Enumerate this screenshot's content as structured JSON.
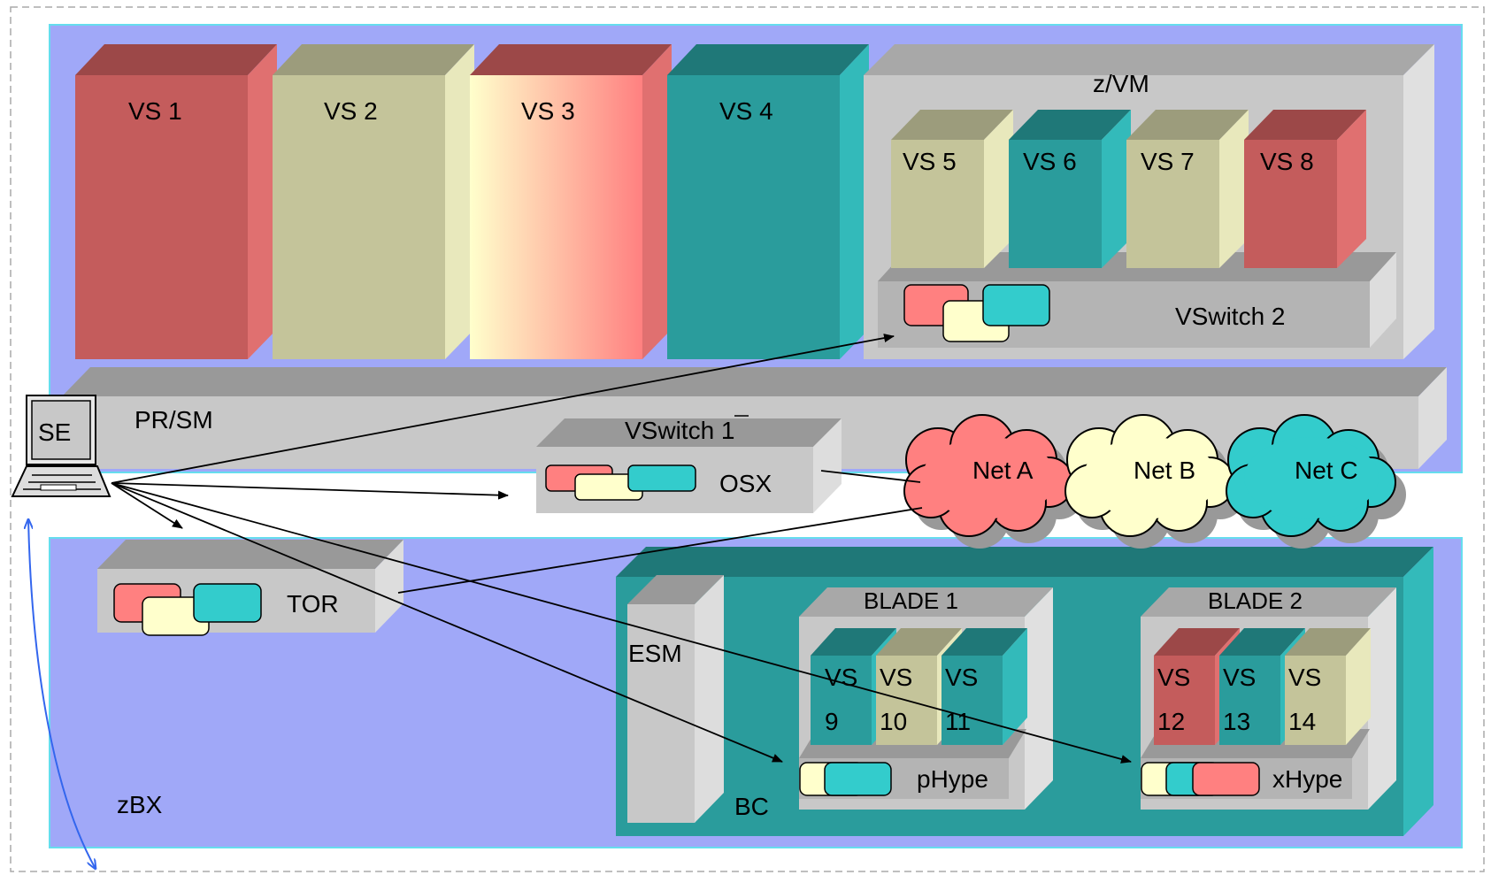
{
  "virtual_servers": {
    "vs1": "VS 1",
    "vs2": "VS 2",
    "vs3": "VS 3",
    "vs4": "VS 4",
    "vs5": "VS 5",
    "vs6": "VS 6",
    "vs7": "VS 7",
    "vs8": "VS 8",
    "vs9_line1": "VS",
    "vs9_line2": "9",
    "vs10_line1": "VS",
    "vs10_line2": "10",
    "vs11_line1": "VS",
    "vs11_line2": "11",
    "vs12_line1": "VS",
    "vs12_line2": "12",
    "vs13_line1": "VS",
    "vs13_line2": "13",
    "vs14_line1": "VS",
    "vs14_line2": "14"
  },
  "components": {
    "zvm": "z/VM",
    "vswitch2": "VSwitch 2",
    "vswitch1": "VSwitch 1",
    "prsm": "PR/SM",
    "se": "SE",
    "osx": "OSX",
    "tor": "TOR",
    "esm": "ESM",
    "bc": "BC",
    "zbx": "zBX",
    "blade1": "BLADE 1",
    "blade2": "BLADE 2",
    "phype": "pHype",
    "xhype": "xHype"
  },
  "networks": {
    "net_a": "Net A",
    "net_b": "Net B",
    "net_c": "Net C"
  },
  "colors": {
    "region_blue": "#a0a8f8",
    "gray_box": "#c8c8c8",
    "teal": "#2aa0a0",
    "red": "#c85a5a",
    "khaki": "#c4c49a",
    "net_red": "#ff8080",
    "net_yellow": "#ffffcc",
    "net_teal": "#33cccc"
  }
}
